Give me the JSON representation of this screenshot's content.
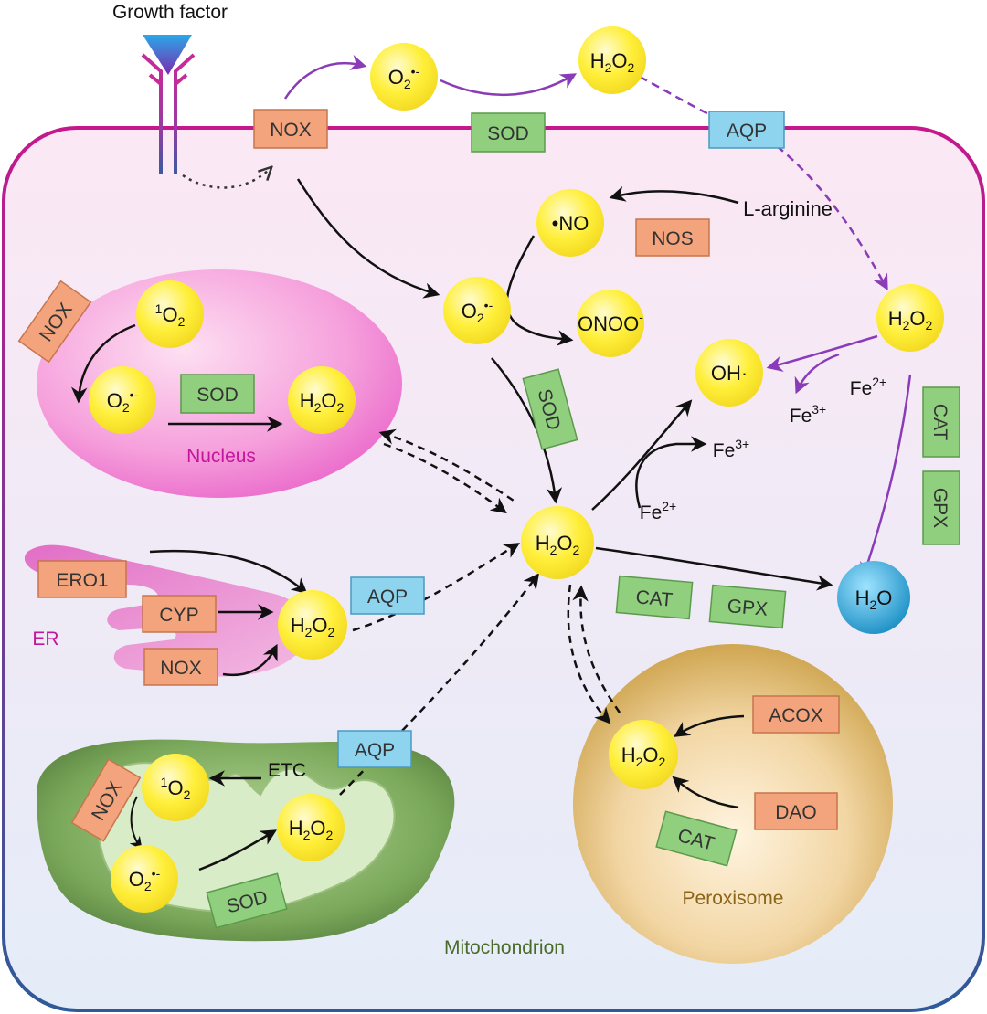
{
  "growth_factor": "Growth factor",
  "compartments": {
    "nucleus": "Nucleus",
    "er": "ER",
    "mitochondrion": "Mitochondrion",
    "peroxisome": "Peroxisome"
  },
  "enzymes": {
    "nox": "NOX",
    "sod": "SOD",
    "aqp": "AQP",
    "nos": "NOS",
    "cat": "CAT",
    "gpx": "GPX",
    "ero1": "ERO1",
    "cyp": "CYP",
    "acox": "ACOX",
    "dao": "DAO"
  },
  "species": {
    "o2_base": "O",
    "o2_sub": "2",
    "o2_sup": "•-",
    "h2o2_h": "H",
    "h2o2_o": "O",
    "h2o2_sub": "2",
    "singlet_sup": "1",
    "no": "•NO",
    "oh": "OH·",
    "onoo": "ONOO",
    "onoo_sup": "-",
    "h2o_h": "H",
    "h2o_sub": "2",
    "h2o_o": "O"
  },
  "labels": {
    "l_arginine": "L-arginine",
    "fe": "Fe",
    "fe3": "3+",
    "fe2": "2+",
    "etc": "ETC"
  },
  "colors": {
    "nox_fill": "#f4a47c",
    "sod_fill": "#8fcf7e",
    "aqp_fill": "#8ed4ee",
    "species_fill": "#ffee44",
    "water_fill": "#1fa8d6",
    "purple_arrow": "#8a3cb8",
    "nucleus_text": "#c4169c",
    "mito_text": "#4a6a2a",
    "perox_text": "#8a6418"
  }
}
